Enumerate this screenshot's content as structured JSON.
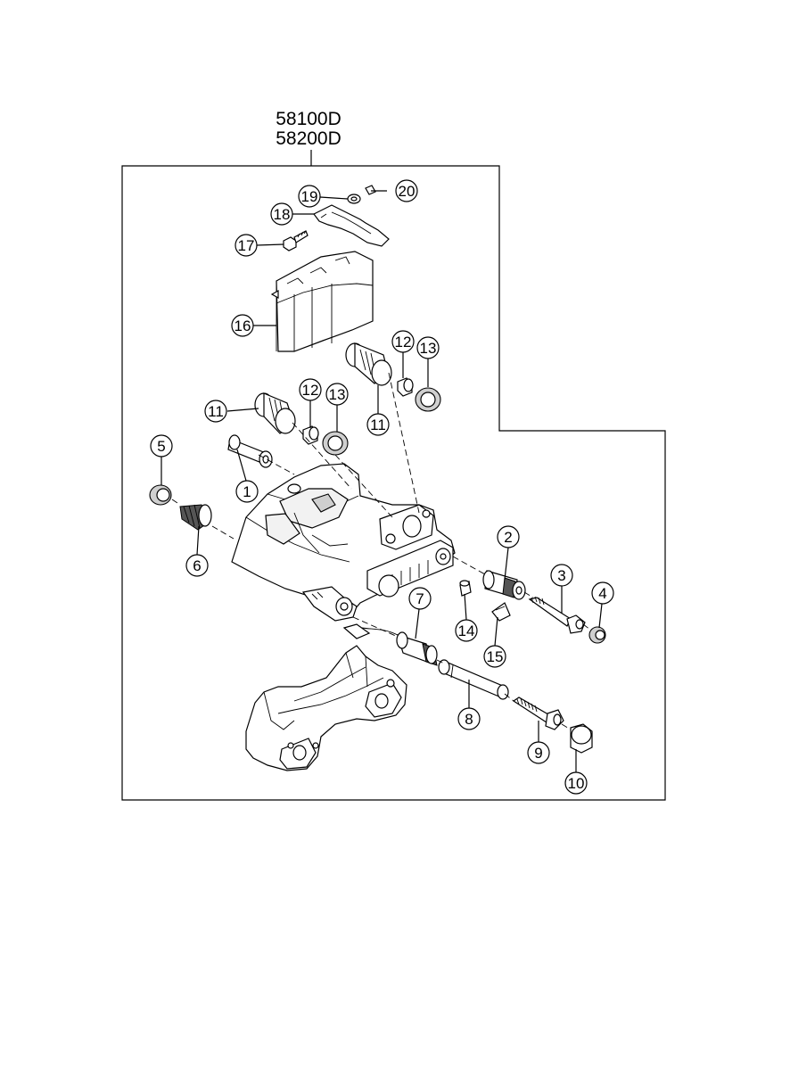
{
  "assembly_numbers": [
    "58100D",
    "58200D"
  ],
  "callouts": [
    "1",
    "2",
    "3",
    "4",
    "5",
    "6",
    "7",
    "8",
    "9",
    "10",
    "11",
    "11",
    "12",
    "12",
    "13",
    "13",
    "14",
    "15",
    "16",
    "17",
    "18",
    "19",
    "20"
  ]
}
